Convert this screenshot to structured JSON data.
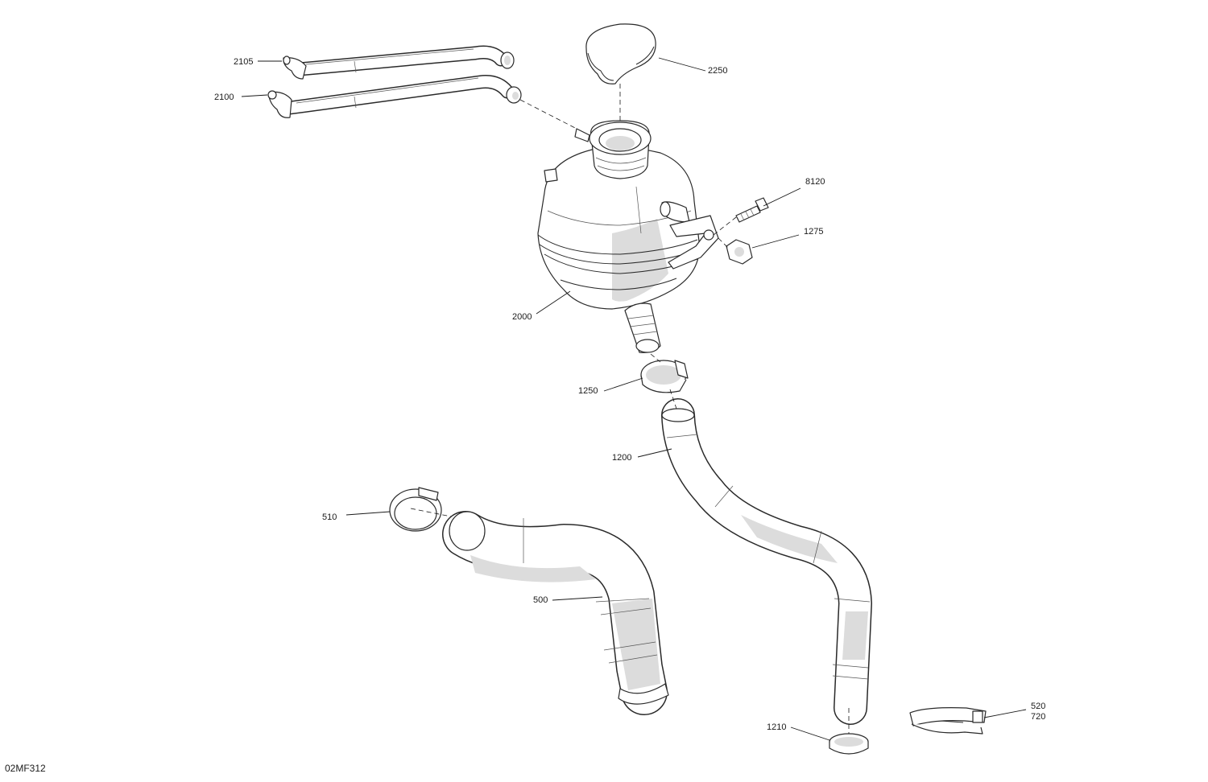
{
  "callouts": [
    {
      "id": "c2105",
      "label": "2105"
    },
    {
      "id": "c2100",
      "label": "2100"
    },
    {
      "id": "c2250",
      "label": "2250"
    },
    {
      "id": "c8120",
      "label": "8120"
    },
    {
      "id": "c1275",
      "label": "1275"
    },
    {
      "id": "c2000",
      "label": "2000"
    },
    {
      "id": "c1250",
      "label": "1250"
    },
    {
      "id": "c1200",
      "label": "1200"
    },
    {
      "id": "c510",
      "label": "510"
    },
    {
      "id": "c500",
      "label": "500"
    },
    {
      "id": "c520",
      "label": "520"
    },
    {
      "id": "c720",
      "label": "720"
    },
    {
      "id": "c1210",
      "label": "1210"
    }
  ],
  "figure_id": "02MF312"
}
